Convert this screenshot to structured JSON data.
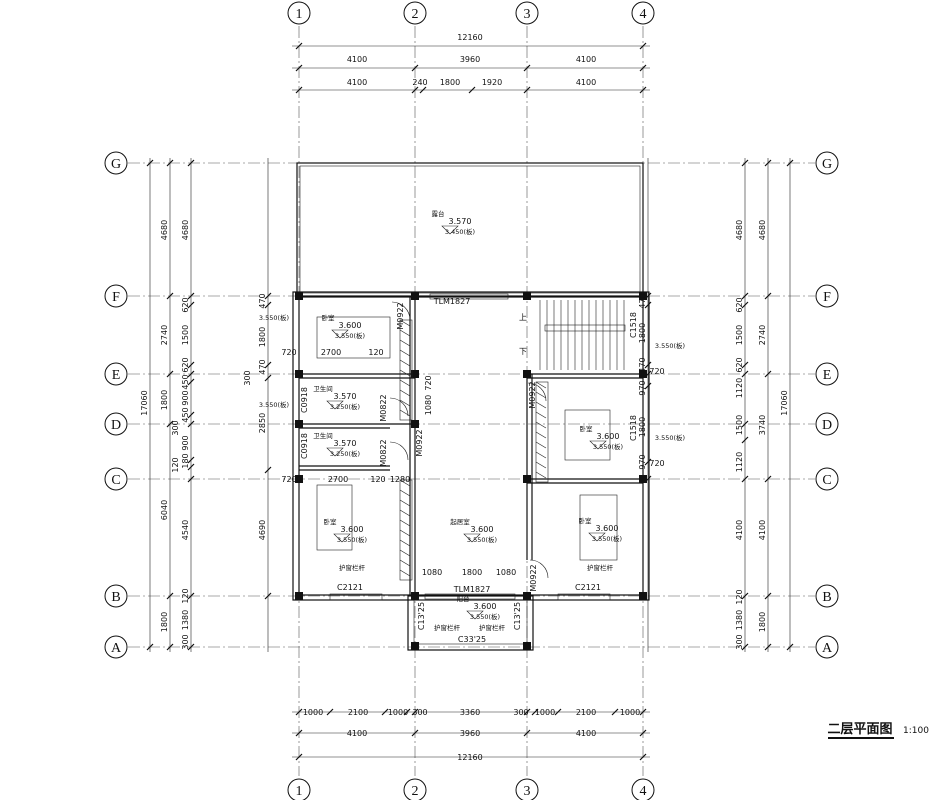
{
  "axes": {
    "columns": [
      "1",
      "2",
      "3",
      "4"
    ],
    "rows": [
      "G",
      "F",
      "E",
      "D",
      "C",
      "B",
      "A"
    ]
  },
  "dims": {
    "top1": [
      "12160"
    ],
    "top2": [
      "4100",
      "3960",
      "4100"
    ],
    "top3": [
      "4100",
      "240",
      "1800",
      "1920",
      "4100"
    ],
    "bottom1": [
      "1000",
      "2100",
      "1000",
      "300",
      "3360",
      "300",
      "1000",
      "2100",
      "1000"
    ],
    "bottom2": [
      "4100",
      "3960",
      "4100"
    ],
    "bottom3": [
      "12160"
    ],
    "left_outer": [
      "17060"
    ],
    "left_mid": [
      "4680",
      "2740",
      "1800",
      "6040",
      "1800"
    ],
    "left_inner": [
      "4680",
      "620",
      "1500",
      "620",
      "450",
      "900",
      "450",
      "300",
      "900",
      "120",
      "180",
      "4540",
      "120",
      "1380",
      "300"
    ],
    "left_wall": [
      "470",
      "1800",
      "470",
      "300",
      "2850",
      "4690"
    ],
    "right_wall": [
      "470",
      "1800",
      "470",
      "970",
      "1800",
      "970"
    ],
    "right_inner": [
      "4680",
      "620",
      "1500",
      "620",
      "1120",
      "1500",
      "1120",
      "4100",
      "120",
      "1380",
      "300"
    ],
    "right_mid": [
      "4680",
      "2740",
      "3740",
      "4100",
      "1800"
    ],
    "right_outer": [
      "17060"
    ],
    "side_labels": [
      "3.550(板)",
      "3.550(板)",
      "720",
      "720",
      "3.550(板)",
      "3.550(板)",
      "720",
      "720"
    ]
  },
  "rooms": {
    "terrace": {
      "name": "露台",
      "elev": "3.570",
      "slab": "3.450(板)"
    },
    "bedroom_tl": {
      "name": "卧室",
      "elev": "3.600",
      "slab": "3.550(板)"
    },
    "bath1": {
      "name": "卫生间",
      "elev": "3.570",
      "slab": "3.250(板)"
    },
    "bath2": {
      "name": "卫生间",
      "elev": "3.570",
      "slab": "3.250(板)"
    },
    "bedroom_r": {
      "name": "卧室",
      "elev": "3.600",
      "slab": "3.550(板)"
    },
    "bedroom_bl": {
      "name": "卧室",
      "elev": "3.600",
      "slab": "3.550(板)"
    },
    "living": {
      "name": "起居室",
      "elev": "3.600",
      "slab": "3.550(板)"
    },
    "bedroom_br": {
      "name": "卧室",
      "elev": "3.600",
      "slab": "3.550(板)"
    },
    "balcony": {
      "name": "阳台",
      "elev": "3.600",
      "slab": "3.550(板)"
    }
  },
  "labels": {
    "doors": [
      "TLM1827",
      "M0922",
      "M0922",
      "M0922",
      "M0922",
      "M0822",
      "M0822",
      "TLM1827"
    ],
    "windows": [
      "C1518",
      "C1518",
      "C0918",
      "C0918",
      "C2121",
      "C2121",
      "C13'25",
      "C13'25",
      "C33'25"
    ],
    "rails": [
      "护窗栏杆",
      "护窗栏杆",
      "护窗栏杆",
      "护窗栏杆"
    ],
    "stair": [
      "上",
      "下"
    ],
    "interior_dims": [
      "2700",
      "120",
      "2700",
      "120",
      "1280",
      "720",
      "1080",
      "1080",
      "1800",
      "1080"
    ]
  },
  "title": {
    "name": "二层平面图",
    "scale": "1:100"
  }
}
